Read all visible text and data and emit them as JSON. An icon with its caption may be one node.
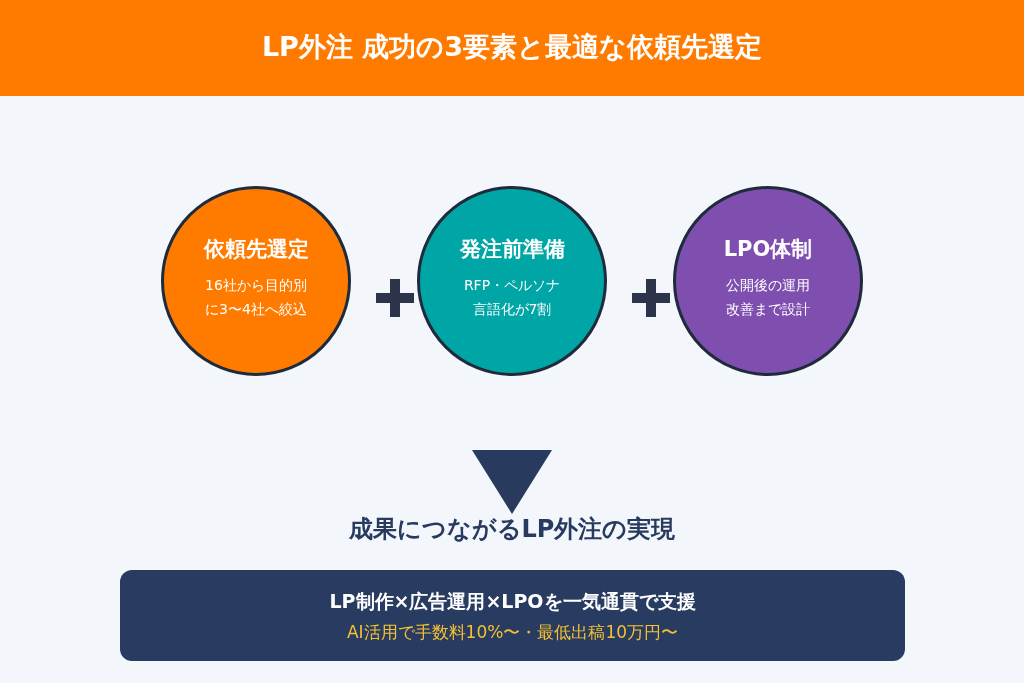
{
  "diagram": {
    "title": "LP外注 成功の3要素と最適な依頼先選定",
    "nodes": [
      {
        "text": [
          "依頼先選定",
          "16社から目的別に3〜4社へ絞込"
        ]
      },
      {
        "text": [
          "発注前準備",
          "RFP・ペルソナ言語化が7割"
        ]
      },
      {
        "text": [
          "LPO体制",
          "公開後の運用改善まで設計"
        ]
      },
      {
        "text": [
          "成果につながるLP外注の実現"
        ]
      },
      {
        "text": [
          "LP制作×広告運用×LPOを一気通貫で支援",
          "AI活用で手数料10%〜・最低出稿10万円〜"
        ]
      }
    ],
    "edges": [
      {
        "from": null,
        "to": 3,
        "arrow": "to"
      }
    ]
  }
}
